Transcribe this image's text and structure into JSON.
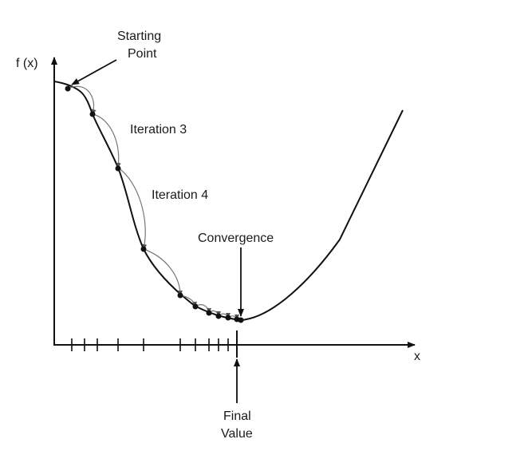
{
  "axis_labels": {
    "y": "f (x)",
    "x": "x"
  },
  "annotations": {
    "starting_point_line1": "Starting",
    "starting_point_line2": "Point",
    "iteration_3": "Iteration 3",
    "iteration_4": "Iteration 4",
    "convergence": "Convergence",
    "final_value_line1": "Final",
    "final_value_line2": "Value"
  },
  "iteration_point_count": 11,
  "colors": {
    "ink": "#111111",
    "step_arrow": "#777777"
  }
}
